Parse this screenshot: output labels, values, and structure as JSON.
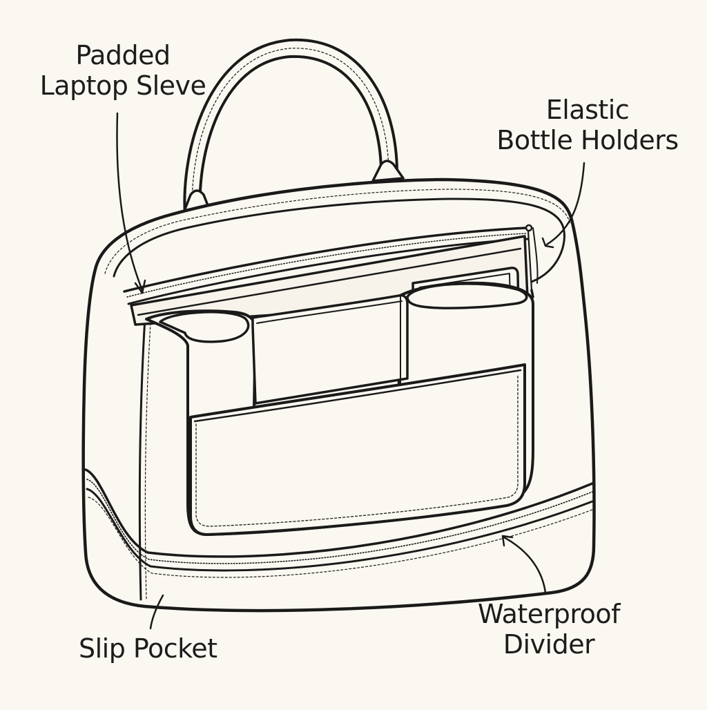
{
  "diagram": {
    "subject": "tote bag organizer insert",
    "colors": {
      "background": "#fbf8f1",
      "ink": "#1a1a1a"
    },
    "callouts": [
      {
        "id": "laptop",
        "lines": [
          "Padded",
          "Laptop Sleve"
        ]
      },
      {
        "id": "bottle",
        "lines": [
          "Elastic",
          "Bottle Holders"
        ]
      },
      {
        "id": "waterproof",
        "lines": [
          "Waterproof",
          "Divider"
        ]
      },
      {
        "id": "slip",
        "lines": [
          "Slip Pocket"
        ]
      }
    ]
  }
}
